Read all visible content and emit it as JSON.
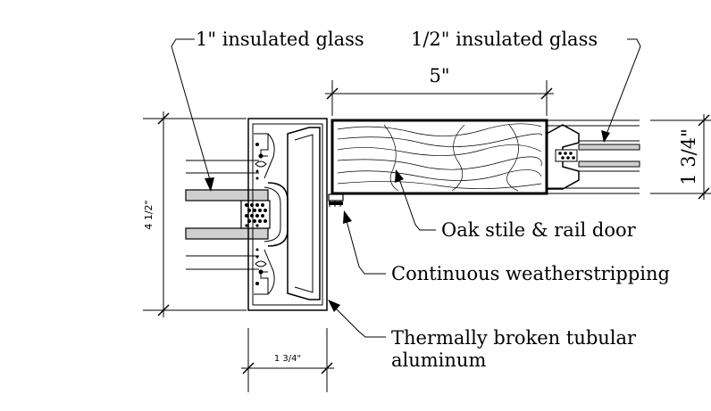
{
  "labels": {
    "one_inch_glass": "1\" insulated glass",
    "half_inch_glass": "1/2\" insulated glass",
    "oak_door": "Oak stile & rail door",
    "weatherstripping": "Continuous weatherstripping",
    "aluminum_line1": "Thermally broken tubular",
    "aluminum_line2": "aluminum"
  },
  "dimensions": {
    "door_width": "5\"",
    "door_thickness": "1 3/4\"",
    "frame_depth": "4 1/2\"",
    "frame_width": "1 3/4\""
  }
}
